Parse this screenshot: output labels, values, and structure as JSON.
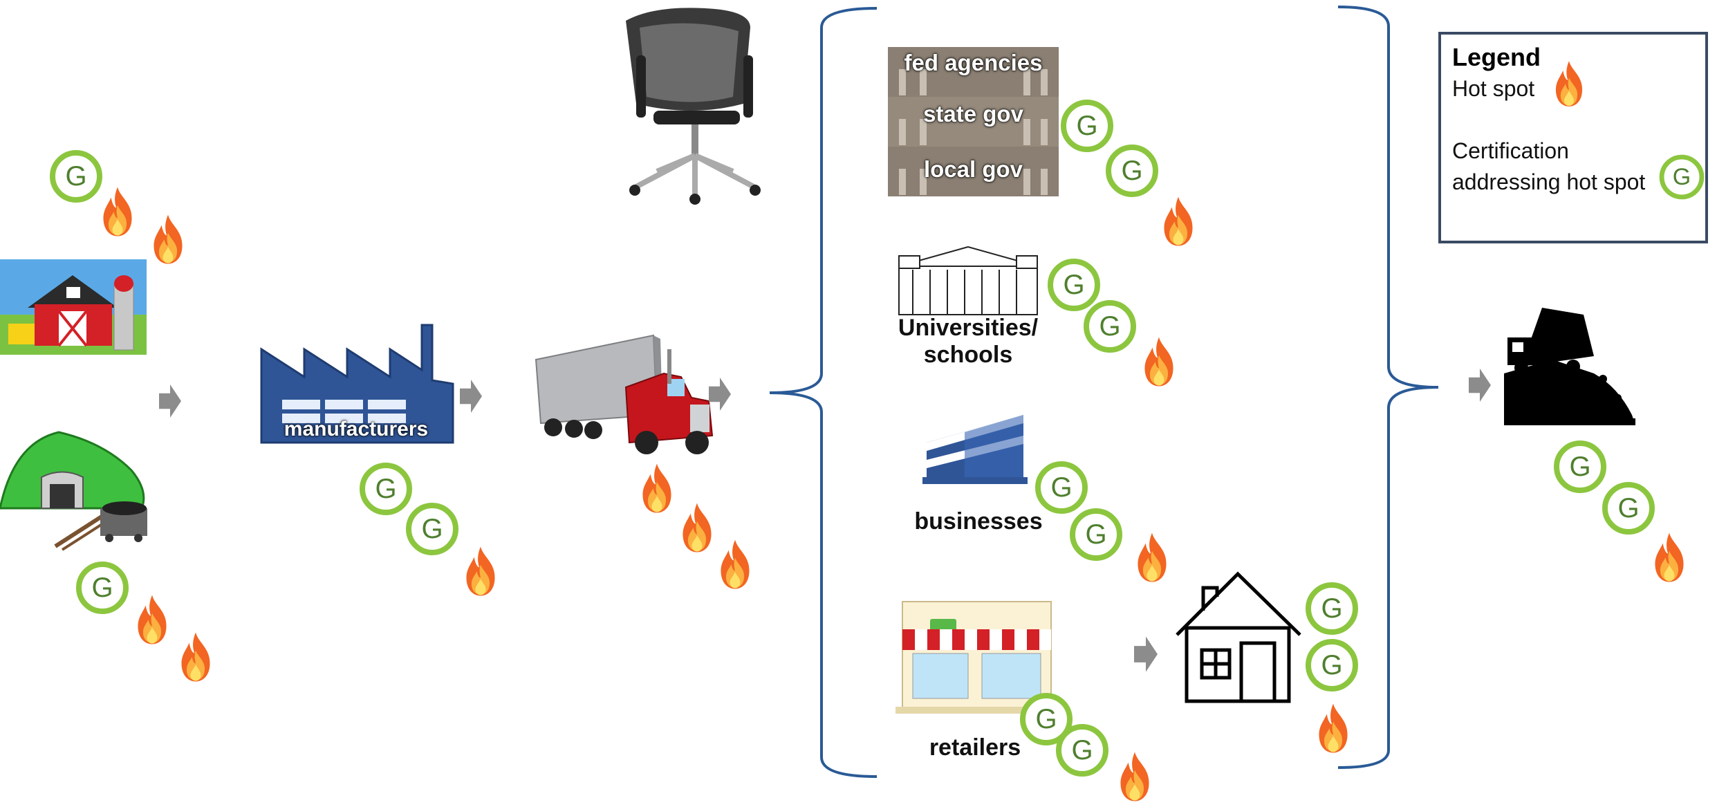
{
  "legend": {
    "title": "Legend",
    "hot_spot_label": "Hot spot",
    "cert_label_line1": "Certification",
    "cert_label_line2": "addressing hot spot"
  },
  "labels": {
    "manufacturers": "manufacturers",
    "fed": "fed agencies",
    "state": "state gov",
    "local": "local gov",
    "universities_line1": "Universities/",
    "universities_line2": "schools",
    "businesses": "businesses",
    "retailers": "retailers"
  },
  "icons": {
    "certification": "G",
    "hot_spot": "fire-icon"
  },
  "colors": {
    "cert_ring": "#8cc63f",
    "cert_text": "#4f7f2e",
    "brace": "#2a5a96",
    "arrow": "#8c8c8c",
    "factory": "#2f5597",
    "legend_border": "#3a4a63"
  }
}
